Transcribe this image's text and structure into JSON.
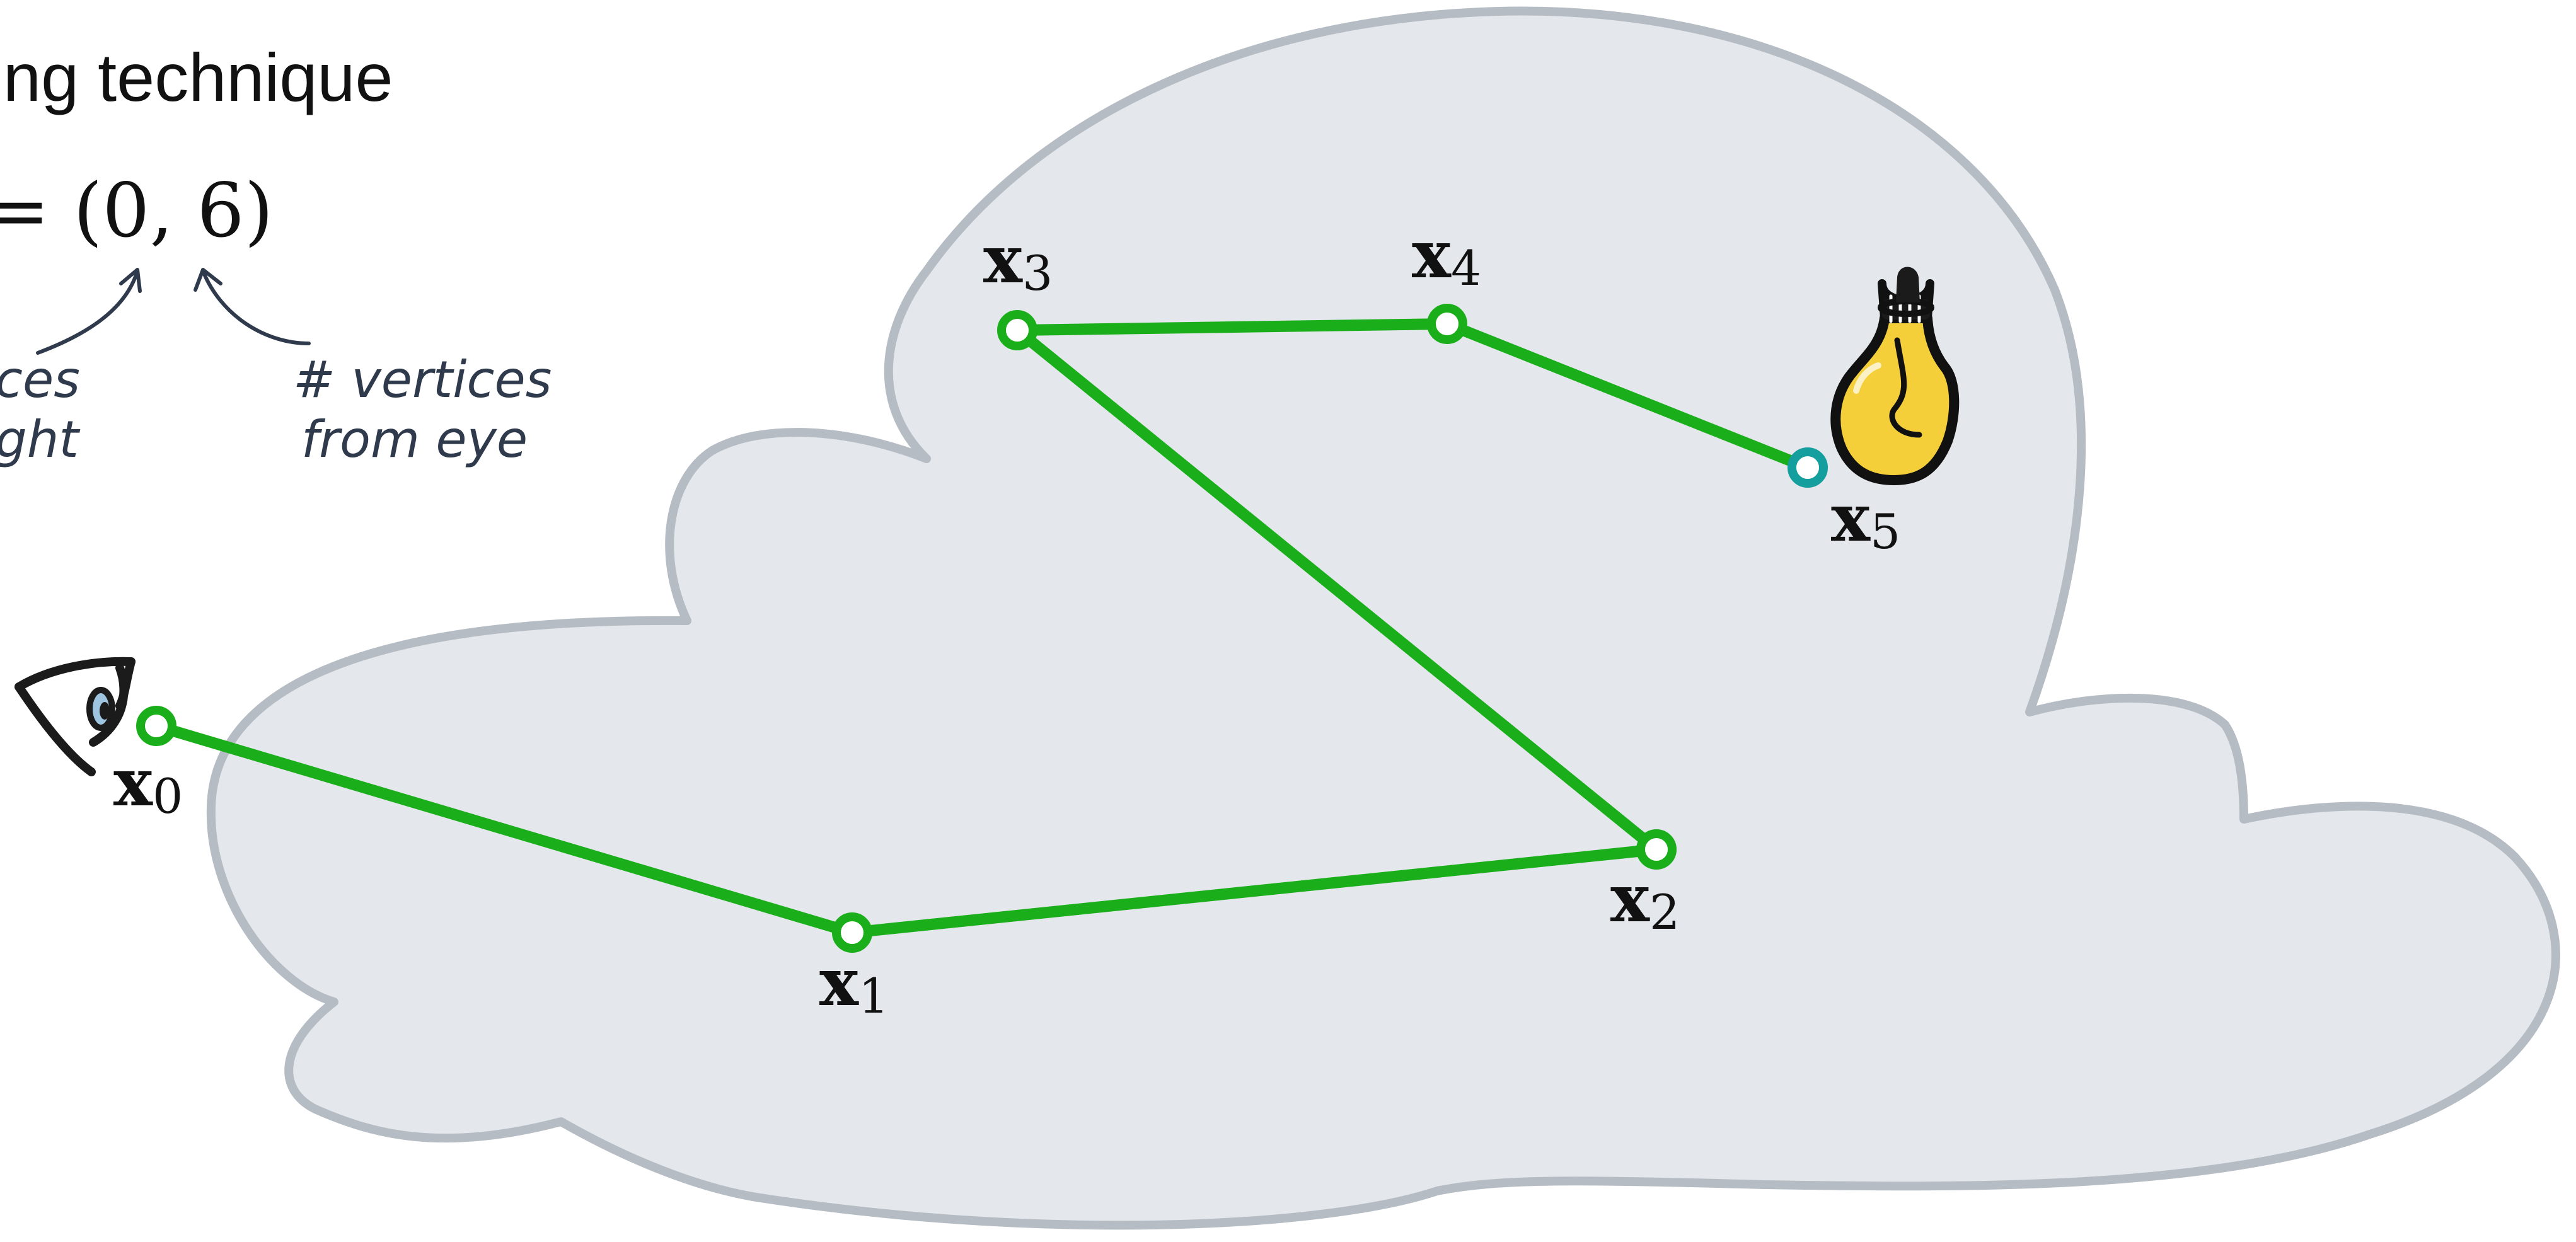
{
  "title": "ng technique",
  "formula": "= (0, 6)",
  "notes": {
    "left_line1": "ces",
    "left_line2": "ght",
    "right_line1": "# vertices",
    "right_line2": "from eye"
  },
  "vertices": [
    {
      "name": "x",
      "sub": "0"
    },
    {
      "name": "x",
      "sub": "1"
    },
    {
      "name": "x",
      "sub": "2"
    },
    {
      "name": "x",
      "sub": "3"
    },
    {
      "name": "x",
      "sub": "4"
    },
    {
      "name": "x",
      "sub": "5"
    }
  ],
  "colors": {
    "path": "#1aae1a",
    "light_vertex": "#149e9e",
    "cloud_fill": "#e4e8ec",
    "cloud_stroke": "#b5bcc3",
    "annotation": "#2f3b4c",
    "bulb": "#f4cf3a",
    "eye_iris": "#9fc4e0"
  },
  "icons": {
    "eye": "eye-icon",
    "light": "light-bulb-icon"
  }
}
